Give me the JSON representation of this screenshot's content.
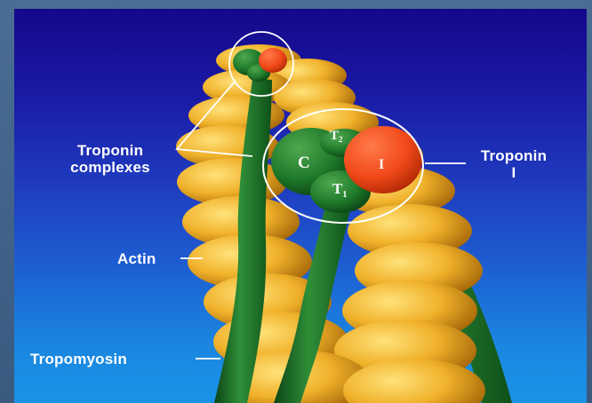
{
  "labels": {
    "troponin_complexes": "Troponin\ncomplexes",
    "troponin_i": "Troponin\nI",
    "actin": "Actin",
    "tropomyosin": "Tropomyosin"
  },
  "subunits": {
    "c": "C",
    "i": "I",
    "t": "T",
    "t2_sub": "2",
    "t1_sub": "1"
  },
  "colors": {
    "actin": "#f0b12a",
    "tropomyosin": "#1f7a2a",
    "troponin_i": "#f24a1a",
    "background_top": "#14088a",
    "background_bottom": "#1a93e6"
  }
}
